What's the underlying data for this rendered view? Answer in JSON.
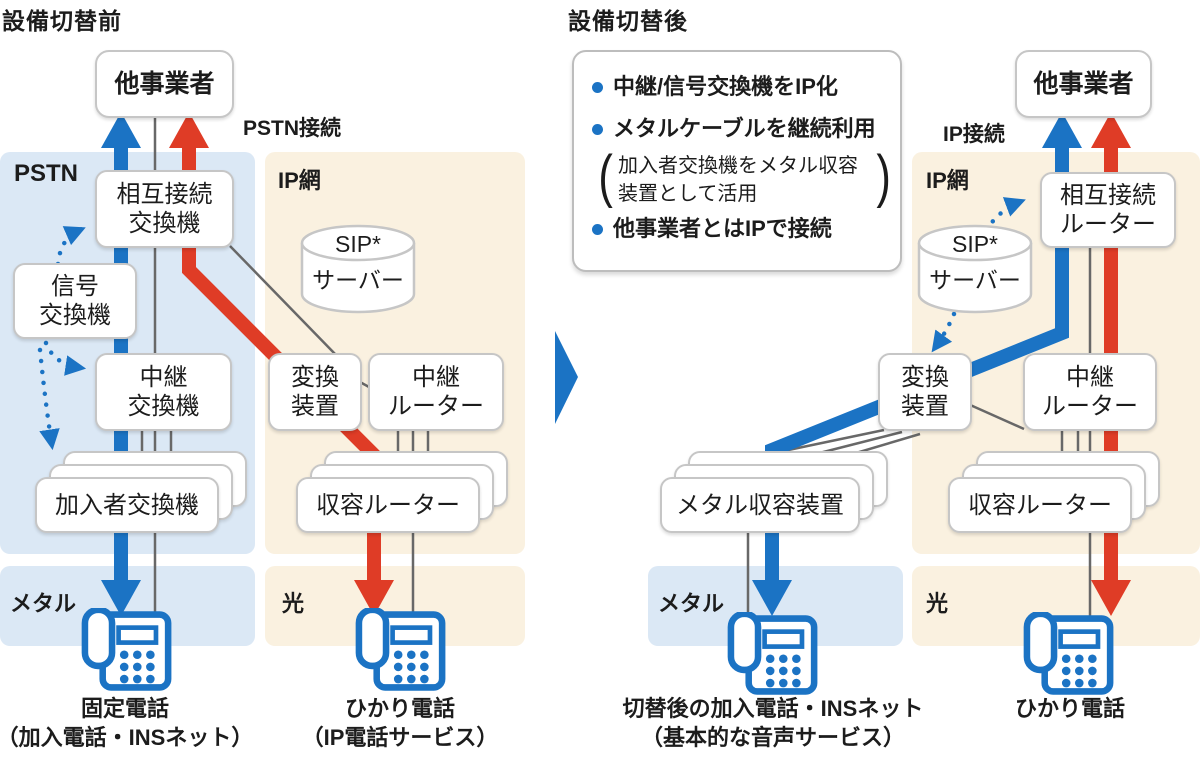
{
  "colors": {
    "blue": "#1b73c4",
    "red": "#df3c26",
    "panel_blue": "#dbe8f5",
    "panel_cream": "#faf1e0",
    "line_gray": "#686868",
    "box_border": "#c6c6c6"
  },
  "left": {
    "title": "設備切替前",
    "connection_label": "PSTN接続",
    "other_carrier": "他事業者",
    "panel_pstn": "PSTN",
    "panel_ip": "IP網",
    "panel_metal": "メタル",
    "panel_fiber": "光",
    "nodes": {
      "interconnect_switch": "相互接続\n交換機",
      "signal_switch": "信号\n交換機",
      "relay_switch": "中継\n交換機",
      "subscriber_switch": "加入者交換機",
      "sip_line1": "SIP*",
      "sip_line2": "サーバー",
      "converter": "変換\n装置",
      "relay_router": "中継\nルーター",
      "accommodation_router": "収容ルーター"
    },
    "phone_metal_label": "固定電話\n（加入電話・INSネット）",
    "phone_fiber_label": "ひかり電話\n（IP電話サービス）"
  },
  "right": {
    "title": "設備切替後",
    "connection_label": "IP接続",
    "other_carrier": "他事業者",
    "panel_ip": "IP網",
    "panel_metal": "メタル",
    "panel_fiber": "光",
    "notes": {
      "item1": "中継/信号交換機をIP化",
      "item2": "メタルケーブルを継続利用",
      "item2_sub": "加入者交換機をメタル収容\n装置として活用",
      "item3": "他事業者とはIPで接続",
      "paren_open": "(",
      "paren_close": ")"
    },
    "nodes": {
      "interconnect_router": "相互接続\nルーター",
      "sip_line1": "SIP*",
      "sip_line2": "サーバー",
      "converter": "変換\n装置",
      "relay_router": "中継\nルーター",
      "accommodation_router": "収容ルーター",
      "metal_accommodation": "メタル収容装置"
    },
    "phone_metal_label": "切替後の加入電話・INSネット\n（基本的な音声サービス）",
    "phone_fiber_label": "ひかり電話"
  }
}
